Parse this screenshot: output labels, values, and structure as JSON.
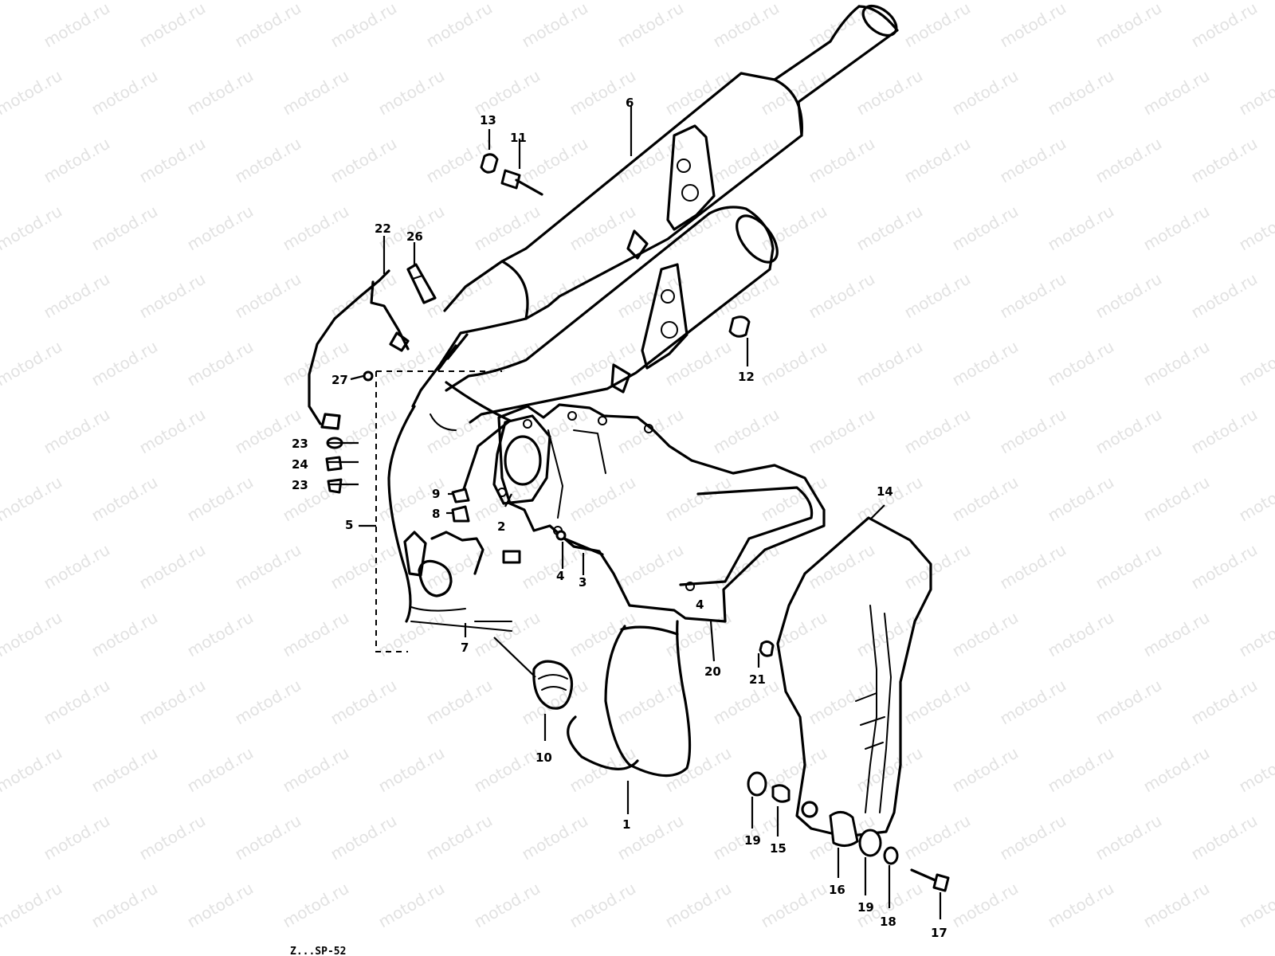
{
  "watermark": {
    "text": "motod.ru"
  },
  "callouts": [
    {
      "id": "c-1",
      "label": "1"
    },
    {
      "id": "c-2",
      "label": "2"
    },
    {
      "id": "c-3",
      "label": "3"
    },
    {
      "id": "c-4",
      "label": "4"
    },
    {
      "id": "c-4b",
      "label": "4"
    },
    {
      "id": "c-5",
      "label": "5"
    },
    {
      "id": "c-6",
      "label": "6"
    },
    {
      "id": "c-7",
      "label": "7"
    },
    {
      "id": "c-8",
      "label": "8"
    },
    {
      "id": "c-9",
      "label": "9"
    },
    {
      "id": "c-10",
      "label": "10"
    },
    {
      "id": "c-11",
      "label": "11"
    },
    {
      "id": "c-12",
      "label": "12"
    },
    {
      "id": "c-13",
      "label": "13"
    },
    {
      "id": "c-14",
      "label": "14"
    },
    {
      "id": "c-15",
      "label": "15"
    },
    {
      "id": "c-16",
      "label": "16"
    },
    {
      "id": "c-17",
      "label": "17"
    },
    {
      "id": "c-18",
      "label": "18"
    },
    {
      "id": "c-19a",
      "label": "19"
    },
    {
      "id": "c-19b",
      "label": "19"
    },
    {
      "id": "c-20",
      "label": "20"
    },
    {
      "id": "c-21",
      "label": "21"
    },
    {
      "id": "c-22",
      "label": "22"
    },
    {
      "id": "c-23a",
      "label": "23"
    },
    {
      "id": "c-23b",
      "label": "23"
    },
    {
      "id": "c-24",
      "label": "24"
    },
    {
      "id": "c-26",
      "label": "26"
    },
    {
      "id": "c-27",
      "label": "27"
    }
  ],
  "footer": {
    "code": "Z...SP-52"
  }
}
